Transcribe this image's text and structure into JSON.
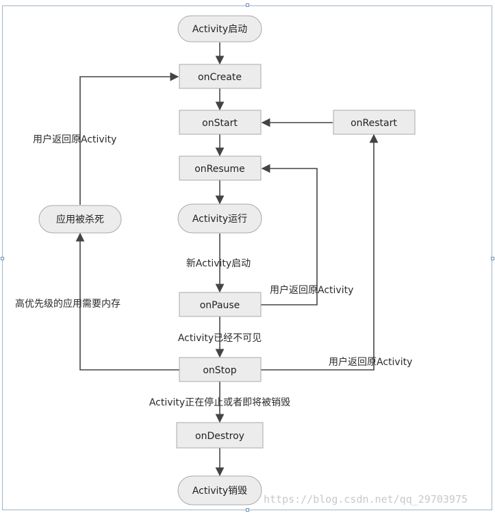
{
  "nodes": {
    "start": "Activity启动",
    "on_create": "onCreate",
    "on_start": "onStart",
    "on_restart": "onRestart",
    "on_resume": "onResume",
    "running": "Activity运行",
    "killed": "应用被杀死",
    "on_pause": "onPause",
    "on_stop": "onStop",
    "on_destroy": "onDestroy",
    "destroyed": "Activity销毁"
  },
  "edge_labels": {
    "new_activity": "新Activity启动",
    "user_return_resume": "用户返回原Activity",
    "not_visible": "Activity已经不可见",
    "user_return_restart": "用户返回原Activity",
    "stopping_or_destroying": "Activity正在停止或者即将被销毁",
    "high_priority_memory": "高优先级的应用需要内存",
    "user_return_create": "用户返回原Activity"
  },
  "watermark": "https://blog.csdn.net/qq_29703975"
}
